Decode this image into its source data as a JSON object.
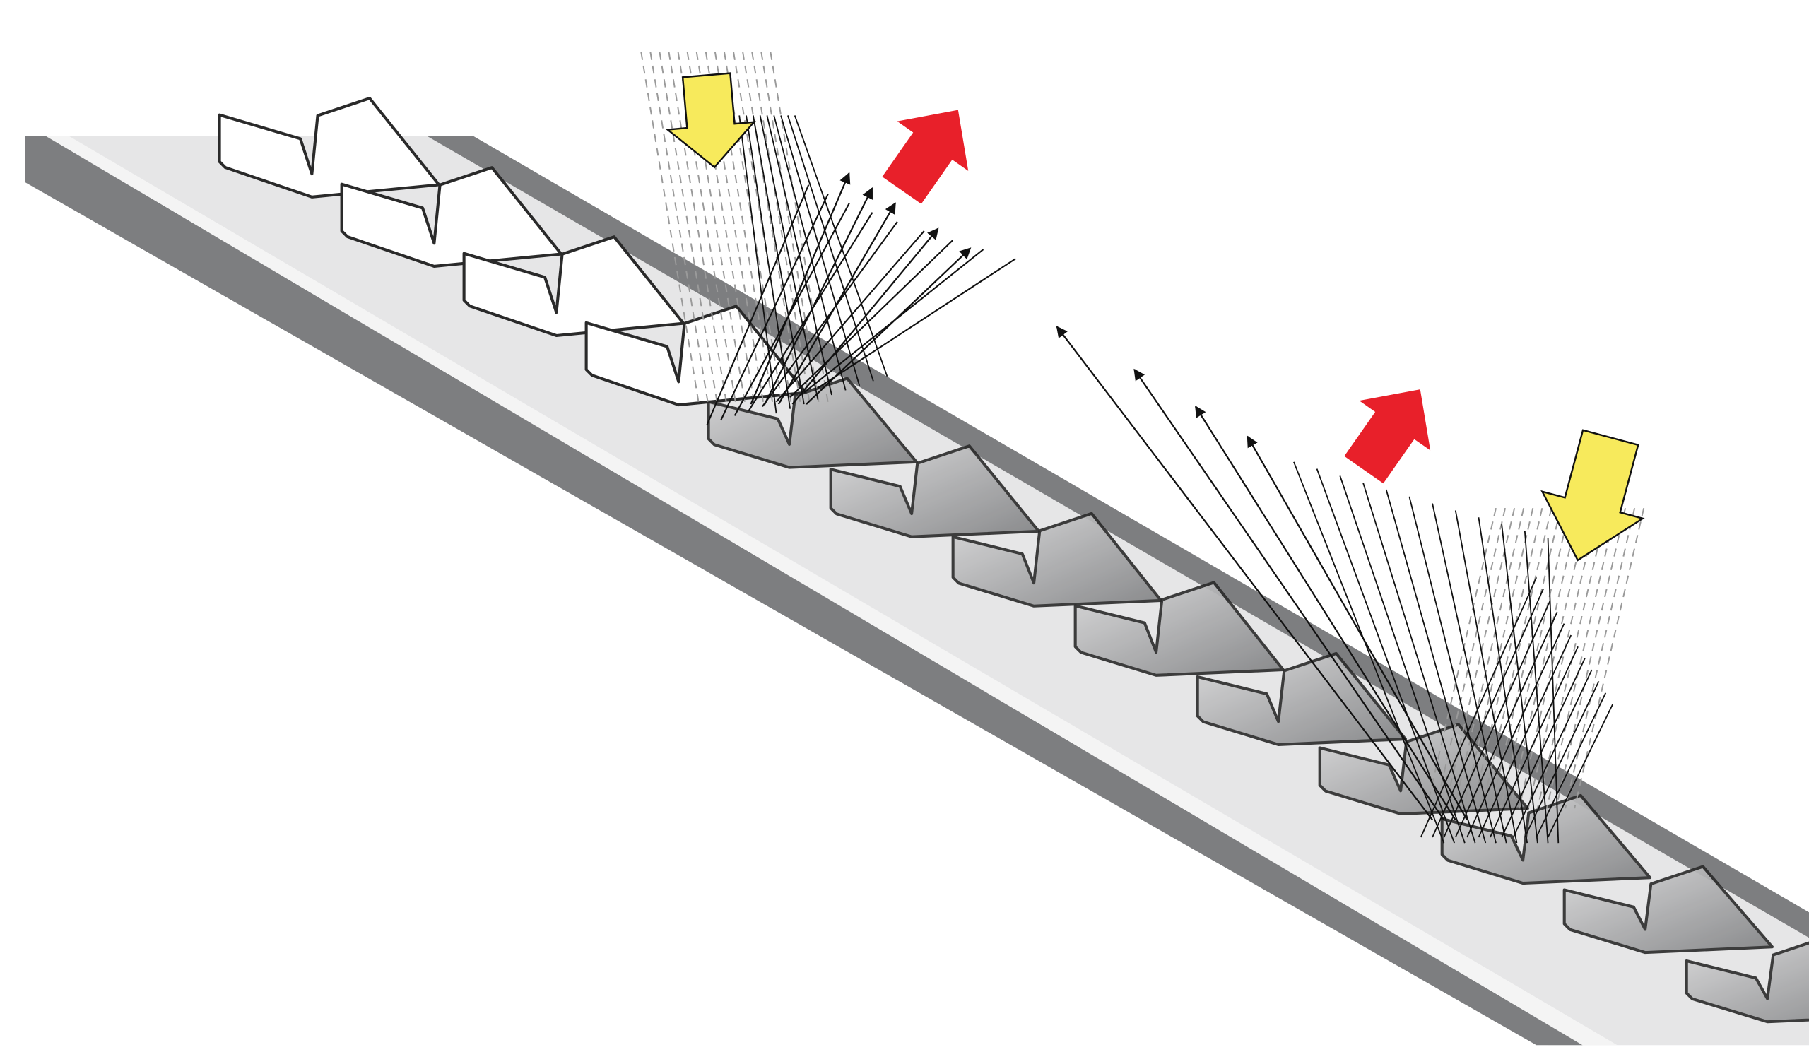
{
  "colors": {
    "wall": "#7d7e80",
    "wall_light": "#a9aaac",
    "floor": "#e6e6e7",
    "fin_white": "#ffffff",
    "fin_gray": "#8e8f91",
    "fin_edge": "#2a2a2a",
    "incoming_arrow": "#f7ea5c",
    "outgoing_arrow": "#e8202a",
    "ray": "#111111",
    "dash": "#9a9a9a"
  },
  "diagram": {
    "fin_count": 13,
    "left_ray_count": 9,
    "right_ray_count": 12
  }
}
